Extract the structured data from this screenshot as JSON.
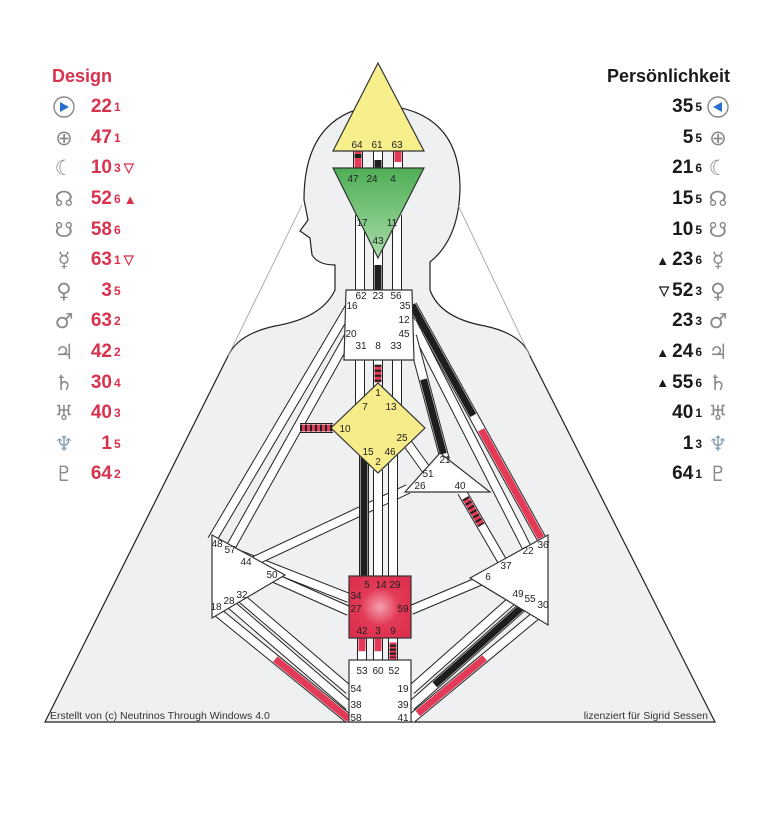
{
  "design": {
    "title": "Design",
    "color": "#d9324f",
    "rows": [
      {
        "icon": "sun-icon",
        "glyph": "",
        "gate": "22",
        "line": "1",
        "mark": ""
      },
      {
        "icon": "earth-icon",
        "glyph": "⊕",
        "gate": "47",
        "line": "1",
        "mark": ""
      },
      {
        "icon": "moon-icon",
        "glyph": "☾",
        "gate": "10",
        "line": "3",
        "mark": "▽"
      },
      {
        "icon": "north-node-icon",
        "glyph": "☊",
        "gate": "52",
        "line": "6",
        "mark": "▲"
      },
      {
        "icon": "south-node-icon",
        "glyph": "☋",
        "gate": "58",
        "line": "6",
        "mark": ""
      },
      {
        "icon": "mercury-icon",
        "glyph": "☿",
        "gate": "63",
        "line": "1",
        "mark": "▽"
      },
      {
        "icon": "venus-icon",
        "glyph": "♀",
        "gate": "3",
        "line": "5",
        "mark": ""
      },
      {
        "icon": "mars-icon",
        "glyph": "♂",
        "gate": "63",
        "line": "2",
        "mark": ""
      },
      {
        "icon": "jupiter-icon",
        "glyph": "♃",
        "gate": "42",
        "line": "2",
        "mark": ""
      },
      {
        "icon": "saturn-icon",
        "glyph": "♄",
        "gate": "30",
        "line": "4",
        "mark": ""
      },
      {
        "icon": "uranus-icon",
        "glyph": "♅",
        "gate": "40",
        "line": "3",
        "mark": ""
      },
      {
        "icon": "neptune-icon",
        "glyph": "♆",
        "gate": "1",
        "line": "5",
        "mark": ""
      },
      {
        "icon": "pluto-icon",
        "glyph": "♇",
        "gate": "64",
        "line": "2",
        "mark": ""
      }
    ]
  },
  "personality": {
    "title": "Persönlichkeit",
    "color": "#1a1a1a",
    "rows": [
      {
        "icon": "sun-icon",
        "glyph": "",
        "gate": "35",
        "line": "5",
        "mark": ""
      },
      {
        "icon": "earth-icon",
        "glyph": "⊕",
        "gate": "5",
        "line": "5",
        "mark": ""
      },
      {
        "icon": "moon-icon",
        "glyph": "☾",
        "gate": "21",
        "line": "6",
        "mark": ""
      },
      {
        "icon": "north-node-icon",
        "glyph": "☊",
        "gate": "15",
        "line": "5",
        "mark": ""
      },
      {
        "icon": "south-node-icon",
        "glyph": "☋",
        "gate": "10",
        "line": "5",
        "mark": ""
      },
      {
        "icon": "mercury-icon",
        "glyph": "☿",
        "gate": "23",
        "line": "6",
        "mark": "▲"
      },
      {
        "icon": "venus-icon",
        "glyph": "♀",
        "gate": "52",
        "line": "3",
        "mark": "▽"
      },
      {
        "icon": "mars-icon",
        "glyph": "♂",
        "gate": "23",
        "line": "3",
        "mark": ""
      },
      {
        "icon": "jupiter-icon",
        "glyph": "♃",
        "gate": "24",
        "line": "6",
        "mark": "▲"
      },
      {
        "icon": "saturn-icon",
        "glyph": "♄",
        "gate": "55",
        "line": "6",
        "mark": "▲"
      },
      {
        "icon": "uranus-icon",
        "glyph": "♅",
        "gate": "40",
        "line": "1",
        "mark": ""
      },
      {
        "icon": "neptune-icon",
        "glyph": "♆",
        "gate": "1",
        "line": "3",
        "mark": ""
      },
      {
        "icon": "pluto-icon",
        "glyph": "♇",
        "gate": "64",
        "line": "1",
        "mark": ""
      }
    ]
  },
  "bodygraph": {
    "colors": {
      "design": "#e23a57",
      "personality": "#1e1e1e",
      "head": "#f6ef8c",
      "ajna": "#6cc06c",
      "g": "#f6ec8a",
      "sacral": "#e23a57",
      "undefined": "#ffffff",
      "background": "#eff0f2"
    },
    "gates": {
      "head": [
        "64",
        "61",
        "63"
      ],
      "ajna": [
        "47",
        "24",
        "4",
        "17",
        "11",
        "43"
      ],
      "throat": [
        "62",
        "23",
        "56",
        "16",
        "35",
        "12",
        "20",
        "45",
        "31",
        "8",
        "33"
      ],
      "g": [
        "1",
        "7",
        "13",
        "10",
        "25",
        "15",
        "46",
        "2"
      ],
      "heart": [
        "21",
        "51",
        "26",
        "40"
      ],
      "spleen": [
        "48",
        "57",
        "44",
        "50",
        "32",
        "28",
        "18"
      ],
      "solar_plexus": [
        "36",
        "22",
        "37",
        "6",
        "49",
        "55",
        "30"
      ],
      "sacral": [
        "5",
        "14",
        "29",
        "34",
        "27",
        "59",
        "42",
        "3",
        "9"
      ],
      "root": [
        "53",
        "60",
        "52",
        "54",
        "38",
        "58",
        "19",
        "39",
        "41"
      ]
    }
  },
  "footer": {
    "left": "Erstellt von (c) Neutrinos Through Windows 4.0",
    "right": "lizenziert für Sigrid Sessen"
  }
}
